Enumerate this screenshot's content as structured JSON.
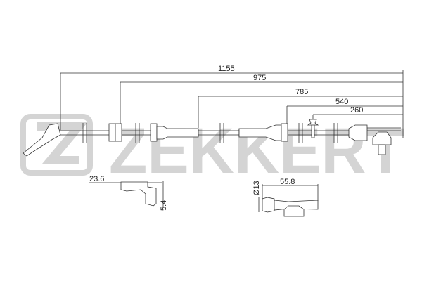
{
  "watermark": {
    "brand": "ZEKKERT"
  },
  "dimensions": {
    "overall": "1155",
    "d975": "975",
    "d785": "785",
    "d540": "540",
    "d260": "260"
  },
  "detail_sensor": {
    "length": "23.6",
    "height": "5.4"
  },
  "detail_connector": {
    "diameter": "Ø13",
    "length": "55.8"
  },
  "colors": {
    "line": "#333333",
    "watermark": "#d4d4d4"
  }
}
